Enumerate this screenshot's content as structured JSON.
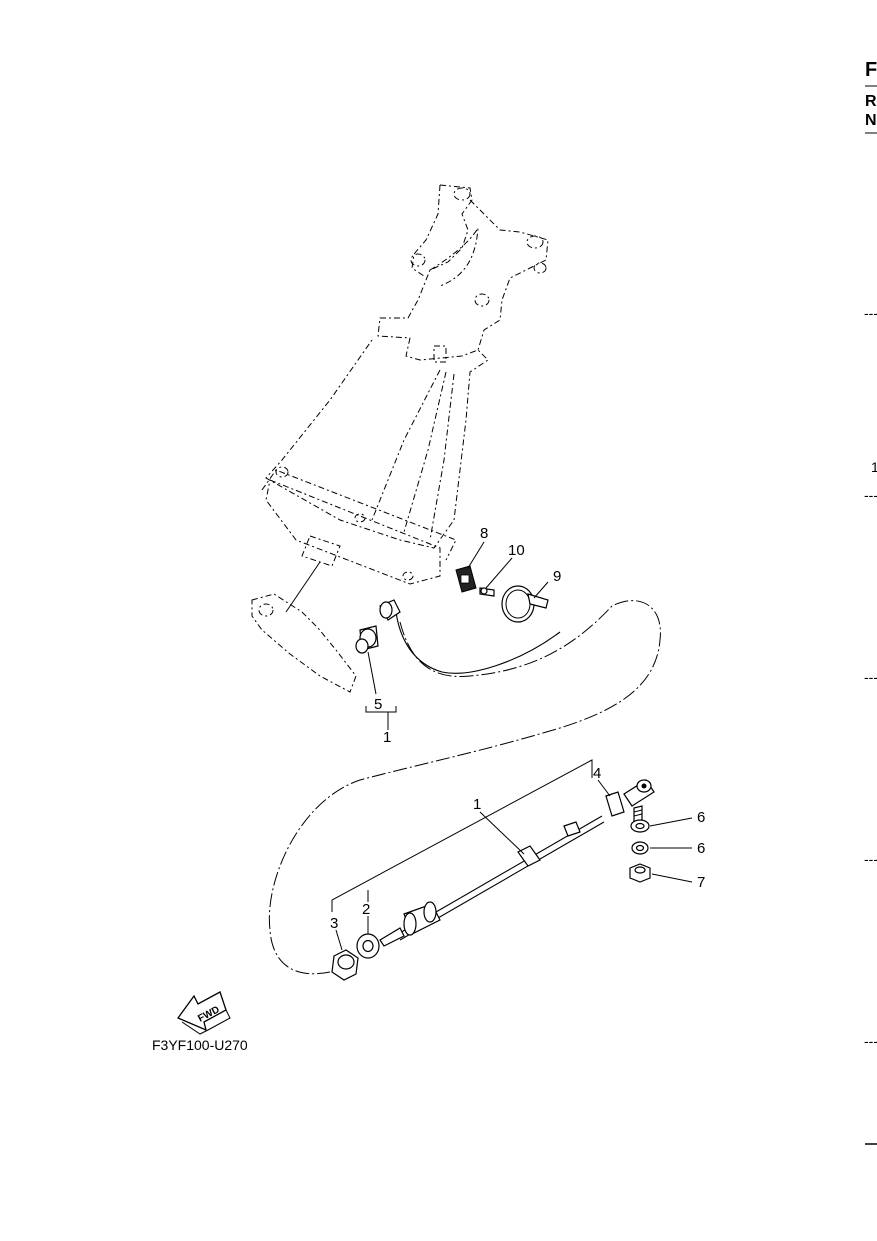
{
  "header": {
    "letter_f": "F",
    "letter_r": "R",
    "letter_n": "N"
  },
  "margin_marks": {
    "tick": "---",
    "number": "1"
  },
  "figure_code": "F3YF100-U270",
  "fwd_label": "FWD",
  "callouts": {
    "c1_upper": "1",
    "c1_lower": "1",
    "c2": "2",
    "c3": "3",
    "c4": "4",
    "c5": "5",
    "c6_a": "6",
    "c6_b": "6",
    "c7": "7",
    "c8": "8",
    "c9": "9",
    "c10": "10"
  }
}
